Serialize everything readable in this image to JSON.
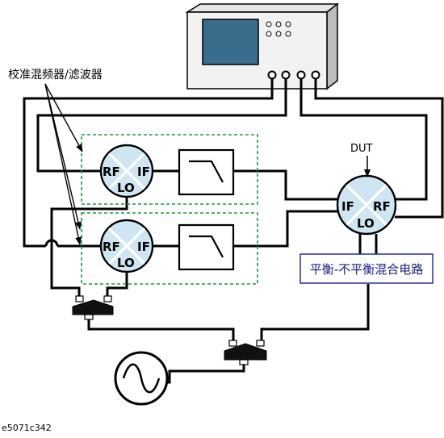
{
  "labels": {
    "calibration_mixers": "校准混频器/滤波器",
    "dut": "DUT",
    "balun": "平衡-不平衡混合电路",
    "figure_id": "e5071c342",
    "mixer_rf": "RF",
    "mixer_if": "IF",
    "mixer_lo": "LO"
  },
  "colors": {
    "mixer_fill": "#cfe6f2",
    "screen": "#3a6d8c",
    "dashed_box": "#1a9a3a",
    "balun_border": "#2a2aa0",
    "balun_text": "#1a1a80"
  },
  "icons": [
    "network-analyzer-icon",
    "mixer-icon",
    "lowpass-filter-icon",
    "power-splitter-icon",
    "signal-source-icon",
    "arrow-icon"
  ]
}
